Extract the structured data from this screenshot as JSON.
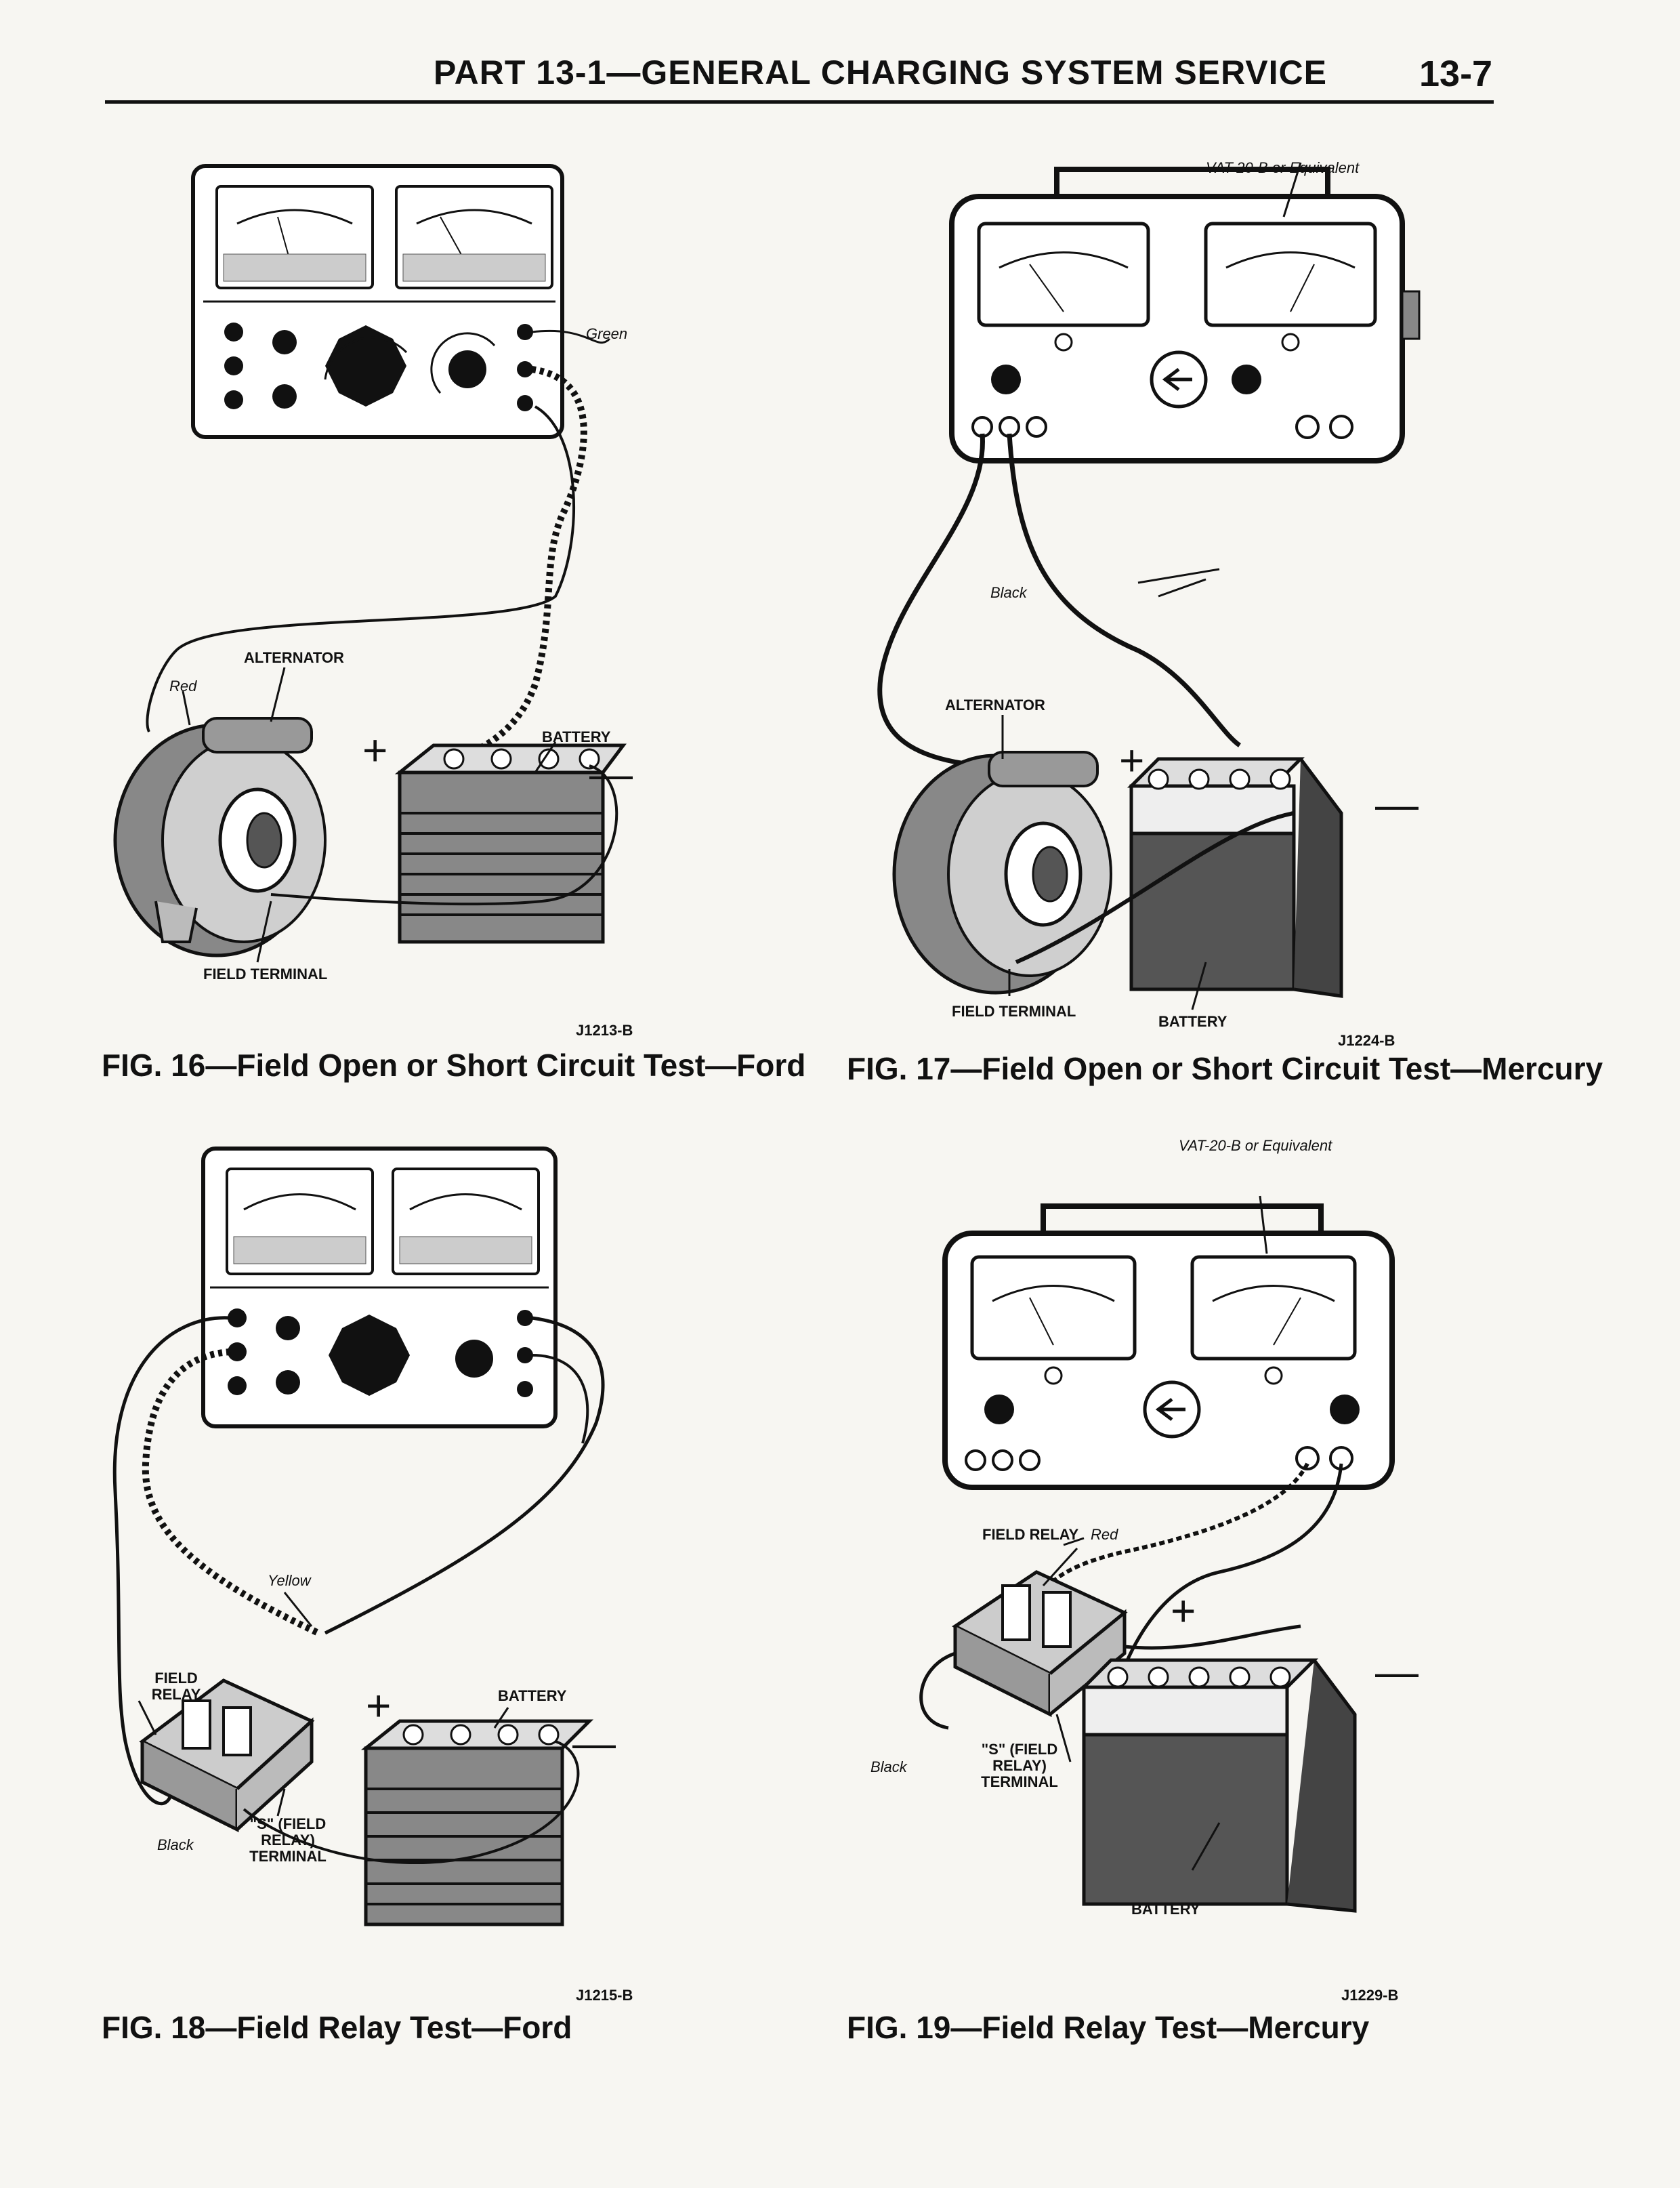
{
  "header": {
    "title": "PART 13-1—GENERAL CHARGING SYSTEM SERVICE",
    "page_number": "13-7"
  },
  "figures": [
    {
      "caption": "FIG. 16—Field Open or Short Circuit Test—Ford",
      "code": "J1213-B",
      "labels": {
        "green": "Green",
        "alternator": "ALTERNATOR",
        "red": "Red",
        "battery": "BATTERY",
        "field_terminal": "FIELD TERMINAL",
        "plus": "+",
        "minus": "—"
      }
    },
    {
      "caption": "FIG. 17—Field Open or Short Circuit Test—Mercury",
      "code": "J1224-B",
      "labels": {
        "tester": "VAT-20-B or Equivalent",
        "black": "Black",
        "alternator": "ALTERNATOR",
        "field_terminal": "FIELD TERMINAL",
        "battery": "BATTERY",
        "plus": "+",
        "minus": "—"
      }
    },
    {
      "caption": "FIG. 18—Field Relay Test—Ford",
      "code": "J1215-B",
      "labels": {
        "field_relay": "FIELD RELAY",
        "yellow": "Yellow",
        "battery": "BATTERY",
        "s_terminal": "\"S\" (FIELD RELAY) TERMINAL",
        "black": "Black",
        "plus": "+",
        "minus": "—"
      }
    },
    {
      "caption": "FIG. 19—Field Relay Test—Mercury",
      "code": "J1229-B",
      "labels": {
        "tester": "VAT-20-B or Equivalent",
        "field_relay": "FIELD RELAY",
        "red": "Red",
        "s_terminal": "\"S\" (FIELD RELAY) TERMINAL",
        "black": "Black",
        "battery": "BATTERY",
        "plus": "+",
        "minus": "—"
      }
    }
  ]
}
